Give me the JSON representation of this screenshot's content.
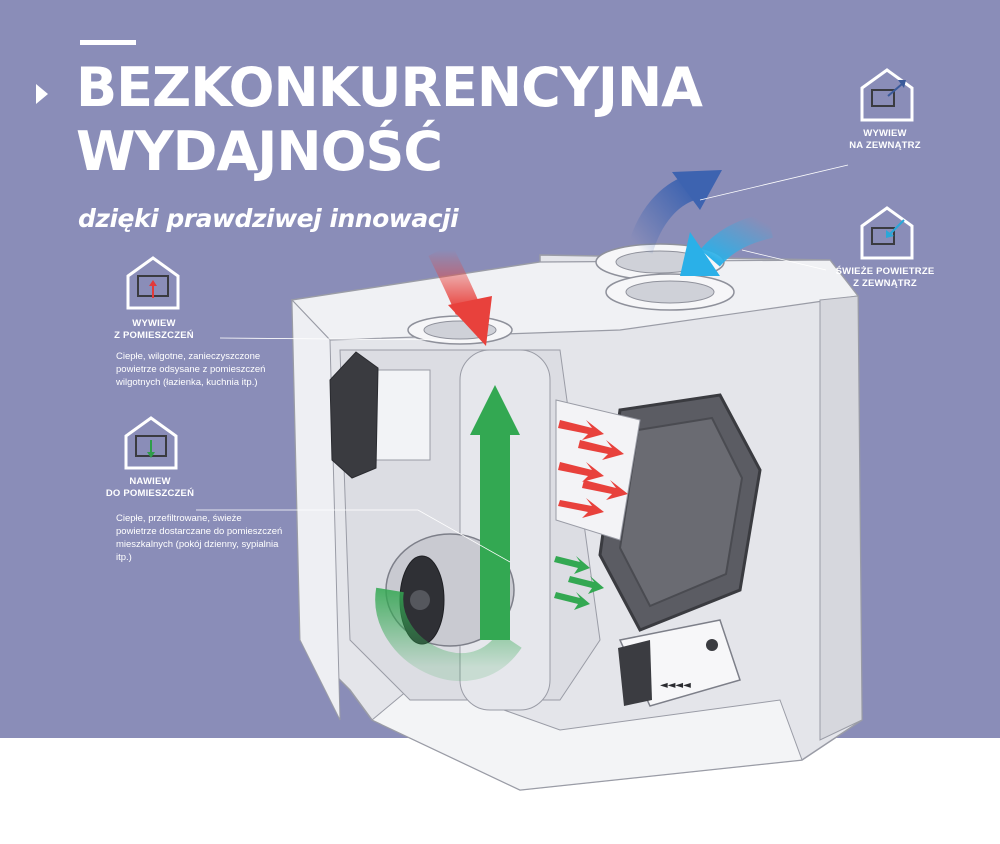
{
  "heading": {
    "line1": "BEZKONKURENCYJNA",
    "line2": "WYDAJNOŚĆ",
    "subtitle": "dzięki prawdziwej innowacji"
  },
  "labels": {
    "exhaust_from_rooms": {
      "line1": "WYWIEW",
      "line2": "Z POMIESZCZEŃ",
      "desc1": "Ciepłe, wilgotne, zanieczyszczone",
      "desc2": "powietrze odsysane z pomieszczeń",
      "desc3": "wilgotnych (łazienka, kuchnia itp.)",
      "icon": "house-arrow-up-icon",
      "icon_color": "#e23a3a"
    },
    "supply_to_rooms": {
      "line1": "NAWIEW",
      "line2": "DO POMIESZCZEŃ",
      "desc1": "Ciepłe, przefiltrowane, świeże",
      "desc2": "powietrze dostarczane do pomieszczeń",
      "desc3": "mieszkalnych (pokój dzienny, sypialnia",
      "desc4": "itp.)",
      "icon": "house-arrow-down-icon",
      "icon_color": "#2e9d4a"
    },
    "exhaust_outside": {
      "line1": "WYWIEW",
      "line2": "NA ZEWNĄTRZ",
      "icon": "house-arrow-out-icon",
      "icon_color": "#3a5a9a"
    },
    "fresh_air_outside": {
      "line1": "ŚWIEŻE POWIETRZE",
      "line2": "Z ZEWNĄTRZ",
      "icon": "house-arrow-in-icon",
      "icon_color": "#2aa7d8"
    }
  },
  "colors": {
    "background": "#8a8db8",
    "arrow_red": "#e8413c",
    "arrow_green": "#33a852",
    "arrow_blue_dark": "#3d63b0",
    "arrow_blue_light": "#2ab0e8",
    "unit_body": "#e9eaee"
  }
}
